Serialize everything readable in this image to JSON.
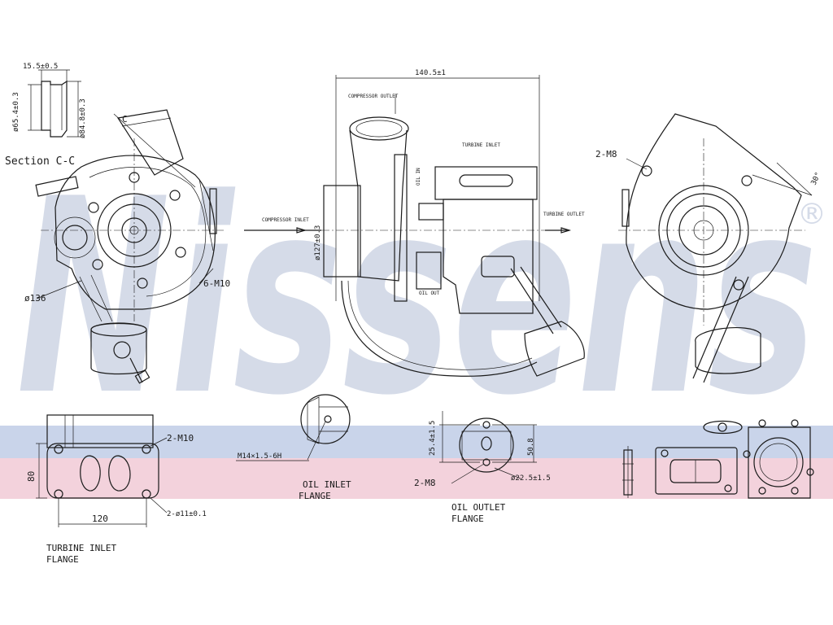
{
  "colors": {
    "line": "#1a1a1a",
    "watermark": "#d5dbe8",
    "band_blue": "#c9d4ea",
    "band_pink": "#f3d2dc"
  },
  "watermark": {
    "text": "Nissens",
    "registered": "®"
  },
  "section": {
    "title": "Section C-C",
    "dim_top": "15.5±0.5",
    "dim_left": "ø65.4±0.3",
    "dim_right": "ø84.8±0.3"
  },
  "front_view": {
    "cut_label": "C",
    "dia_label": "ø136",
    "bolt_label": "6-M10"
  },
  "side_view": {
    "width_dim": "140.5±1",
    "compressor_outlet": "COMPRESSOR OUTLET",
    "compressor_inlet": "COMPRESSOR INLET",
    "inlet_dia": "ø127±0.3",
    "turbine_inlet": "TURBINE INLET",
    "turbine_outlet": "TURBINE OUTLET",
    "oil_in": "OIL IN",
    "oil_out": "OIL OUT"
  },
  "rear_view": {
    "bolt_label": "2-M8",
    "angle_label": "30°"
  },
  "turbine_inlet_flange": {
    "bolt_label": "2-M10",
    "hole_label": "2-ø11±0.1",
    "height": "80",
    "width": "120",
    "title_line1": "TURBINE INLET",
    "title_line2": "FLANGE"
  },
  "oil_inlet_flange": {
    "thread_label": "M14×1.5-6H",
    "title_line1": "OIL INLET",
    "title_line2": "FLANGE"
  },
  "oil_outlet_flange": {
    "dim_v1": "25.4±1.5",
    "dim_v2": "50.8",
    "bolt_label": "2-M8",
    "dia_label": "ø22.5±1.5",
    "title_line1": "OIL OUTLET",
    "title_line2": "FLANGE"
  }
}
